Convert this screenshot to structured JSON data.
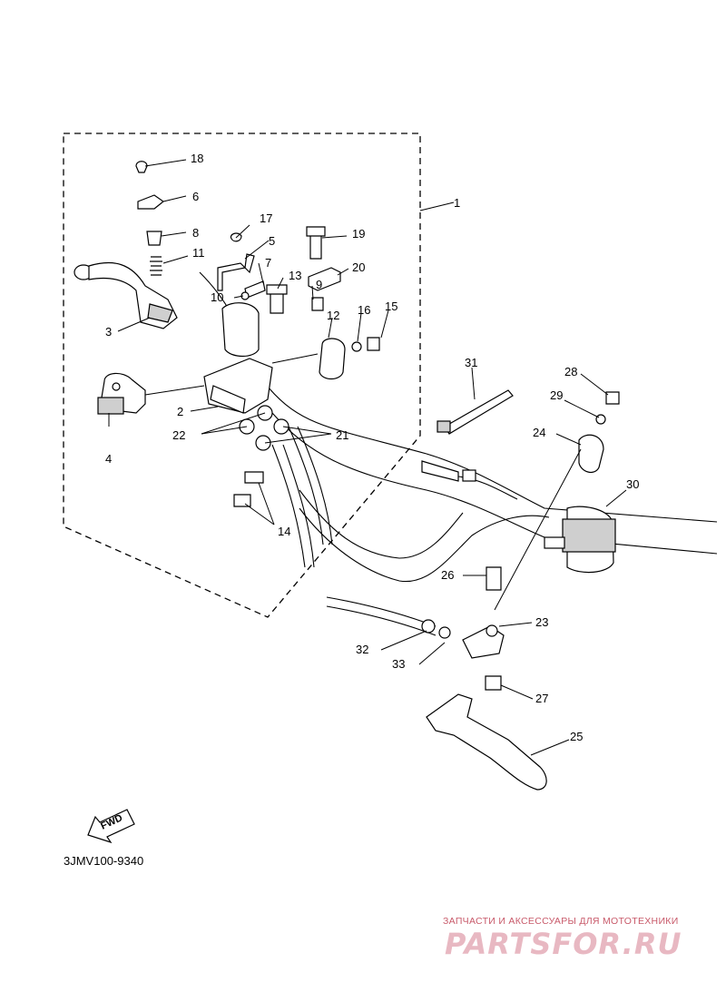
{
  "part_labels": [
    "1",
    "2",
    "3",
    "4",
    "5",
    "6",
    "7",
    "8",
    "9",
    "10",
    "11",
    "12",
    "13",
    "14",
    "15",
    "16",
    "17",
    "18",
    "19",
    "20",
    "21",
    "22",
    "23",
    "24",
    "25",
    "26",
    "27",
    "28",
    "29",
    "30",
    "31",
    "32",
    "33"
  ],
  "fwd_label": "FWD",
  "diagram_code": "3JMV100-9340",
  "watermark": {
    "tagline": "ЗАПЧАСТИ И АКСЕССУАРЫ ДЛЯ МОТОТЕХНИКИ",
    "logo": "PARTSFOR.RU"
  },
  "colors": {
    "line": "#000000",
    "background": "#ffffff",
    "watermark": "#d9a0ad"
  }
}
